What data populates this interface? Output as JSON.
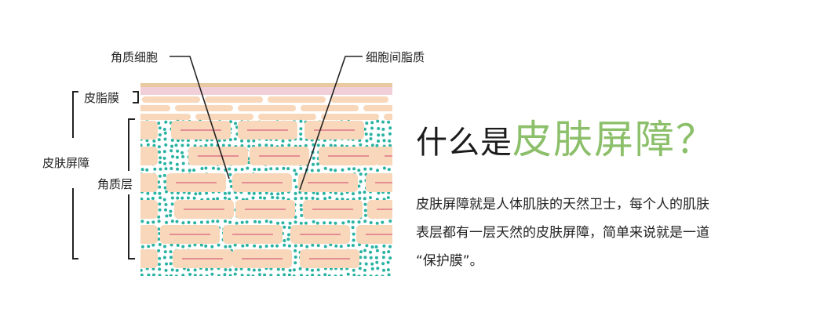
{
  "diagram": {
    "labels": {
      "corneocyte": "角质细胞",
      "intercellular_lipid": "细胞间脂质",
      "sebum_film": "皮脂膜",
      "skin_barrier": "皮肤屏障",
      "stratum_corneum": "角质层"
    },
    "colors": {
      "sebum_top": "#e9c9a0",
      "sebum_pink": "#f0cfd8",
      "brick": "#f9d7ba",
      "brick_line": "#e58d95",
      "lipid_dot": "#2ab3a2",
      "line": "#222222"
    }
  },
  "title": {
    "prefix": "什么是",
    "accent": "皮肤屏障？",
    "accent_color": "#8cbf6a"
  },
  "description": {
    "lines": [
      "皮肤屏障就是人体肌肤的天然卫士，每个人的肌肤",
      "表层都有一层天然的皮肤屏障，简单来说就是一道",
      "“保护膜”。"
    ]
  }
}
